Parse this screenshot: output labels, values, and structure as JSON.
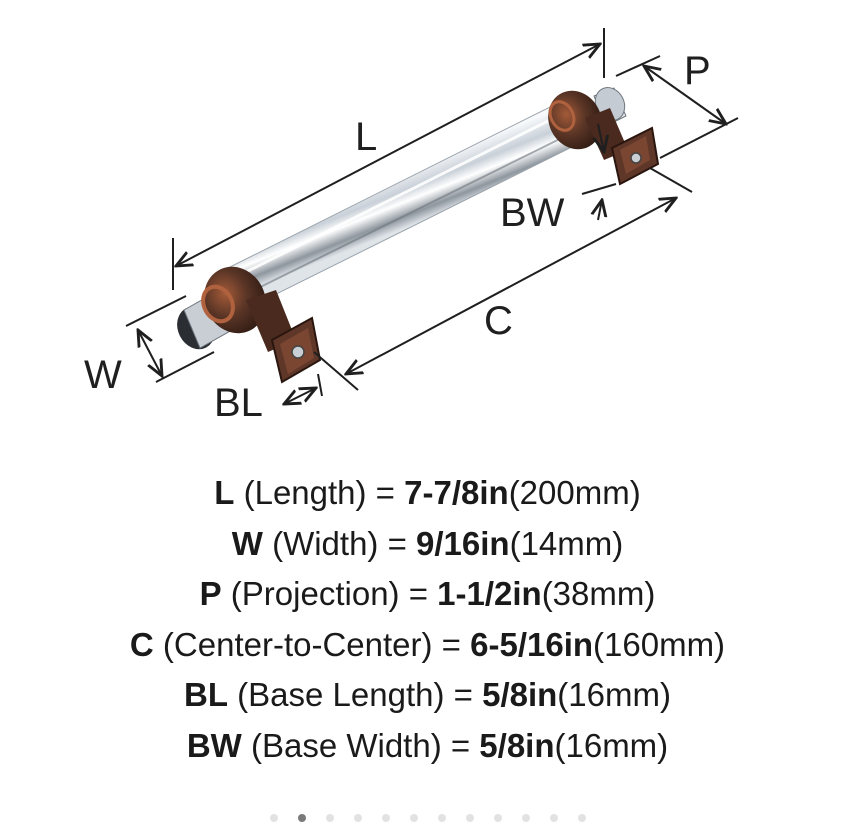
{
  "diagram": {
    "labels": {
      "L": "L",
      "P": "P",
      "BW": "BW",
      "C": "C",
      "W": "W",
      "BL": "BL"
    }
  },
  "specs": [
    {
      "abbr": "L",
      "name": " (Length) = ",
      "imperial": "7-7/8in",
      "metric": "(200mm)"
    },
    {
      "abbr": "W",
      "name": " (Width) = ",
      "imperial": "9/16in",
      "metric": "(14mm)"
    },
    {
      "abbr": "P",
      "name": " (Projection) = ",
      "imperial": "1-1/2in",
      "metric": "(38mm)"
    },
    {
      "abbr": "C",
      "name": " (Center-to-Center) = ",
      "imperial": "6-5/16in",
      "metric": "(160mm)"
    },
    {
      "abbr": "BL",
      "name": " (Base Length) = ",
      "imperial": "5/8in",
      "metric": "(16mm)"
    },
    {
      "abbr": "BW",
      "name": " (Base Width) = ",
      "imperial": "5/8in",
      "metric": "(16mm)"
    }
  ],
  "carousel": {
    "slide_count": 12,
    "active_index": 1
  },
  "colors": {
    "finish_bronze": "#5a3526",
    "copper_highlight": "#b0623e",
    "chrome_bar": "#e6eaee",
    "line": "#1f1f1f"
  }
}
